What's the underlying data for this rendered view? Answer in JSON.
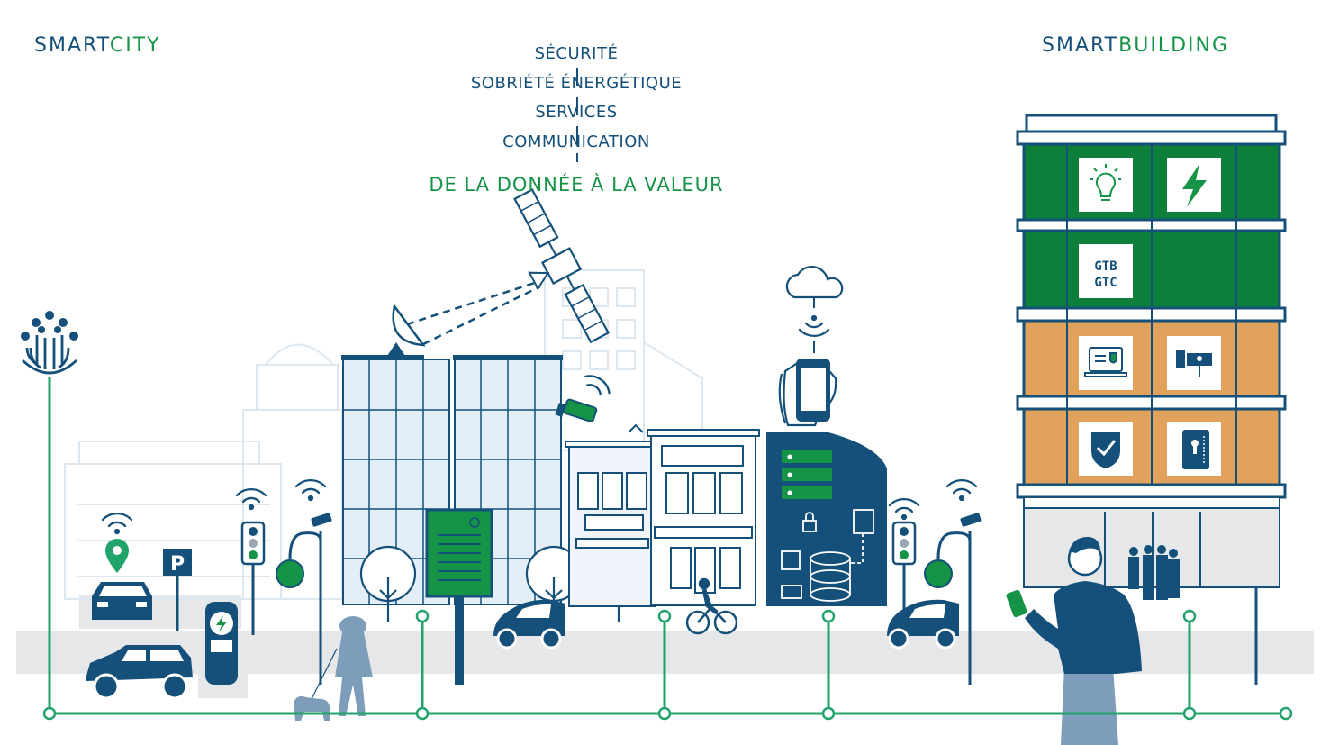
{
  "brands": {
    "smartcity": {
      "prefix": "SMART",
      "suffix": "CITY"
    },
    "smartbuilding": {
      "prefix": "SMART",
      "suffix": "BUILDING"
    }
  },
  "themes": [
    "SÉCURITÉ",
    "SOBRIÉTÉ ÉNERGÉTIQUE",
    "SERVICES",
    "COMMUNICATION"
  ],
  "tagline": "DE LA DONNÉE À LA VALEUR",
  "building_panels": {
    "gtb": "GTB",
    "gtc": "GTC",
    "parking": "P"
  },
  "colors": {
    "navy": "#14507a",
    "green": "#159447",
    "dark_green": "#0e7f3b",
    "orange": "#e1a25b",
    "line_green": "#22a36a",
    "ghost": "#dde7ef",
    "road": "#e6e7e9",
    "light_blue": "#e3eef7",
    "person_blue": "#7d9dbb"
  }
}
